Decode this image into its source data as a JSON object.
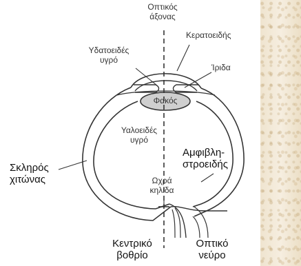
{
  "labels": {
    "optic_axis_1": "Οπτικός",
    "optic_axis_2": "άξονας",
    "cornea": "Κερατοειδής",
    "aqueous_1": "Υδατοειδές",
    "aqueous_2": "υγρό",
    "iris": "Ίριδα",
    "lens": "Φακός",
    "vitreous_1": "Υαλοειδές",
    "vitreous_2": "υγρό",
    "sclera_1": "Σκληρός",
    "sclera_2": "χιτώνας",
    "retina_1": "Αμφιβλη-",
    "retina_2": "στροειδής",
    "macula_1": "Ωχρά",
    "macula_2": "κηλίδα",
    "fovea_1": "Κεντρικό",
    "fovea_2": "βοθρίο",
    "optic_nerve_1": "Οπτικό",
    "optic_nerve_2": "νεύρο"
  },
  "colors": {
    "line": "#333333",
    "lens_fill": "#cfcfcf",
    "texture": "#f1e8d7"
  }
}
